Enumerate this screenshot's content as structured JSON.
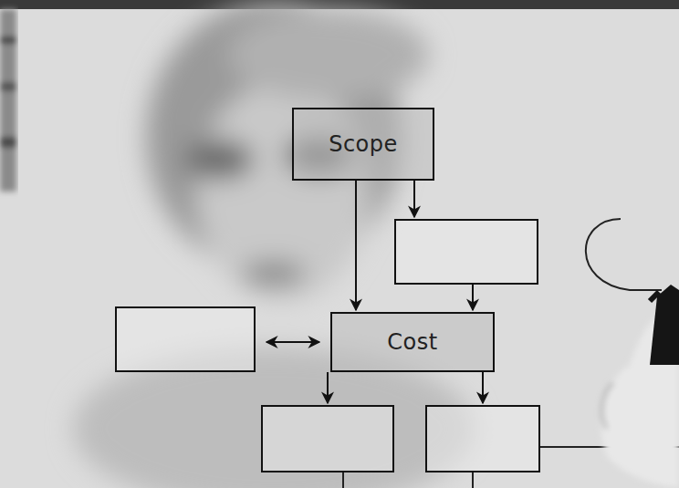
{
  "diagram": {
    "nodes": [
      {
        "text": [
          "Scope"
        ]
      },
      {
        "text": []
      },
      {
        "text": []
      },
      {
        "text": [
          "Cost"
        ]
      },
      {
        "text": []
      },
      {
        "text": []
      }
    ],
    "edges": [
      {
        "from": 0,
        "to": 3,
        "arrow": "to"
      },
      {
        "from": 0,
        "to": 1,
        "arrow": "to"
      },
      {
        "from": 1,
        "to": 3,
        "arrow": "to"
      },
      {
        "from": 2,
        "to": 3,
        "arrow": "both"
      },
      {
        "from": 3,
        "to": 4,
        "arrow": "to"
      },
      {
        "from": 3,
        "to": 5,
        "arrow": "to"
      }
    ]
  }
}
